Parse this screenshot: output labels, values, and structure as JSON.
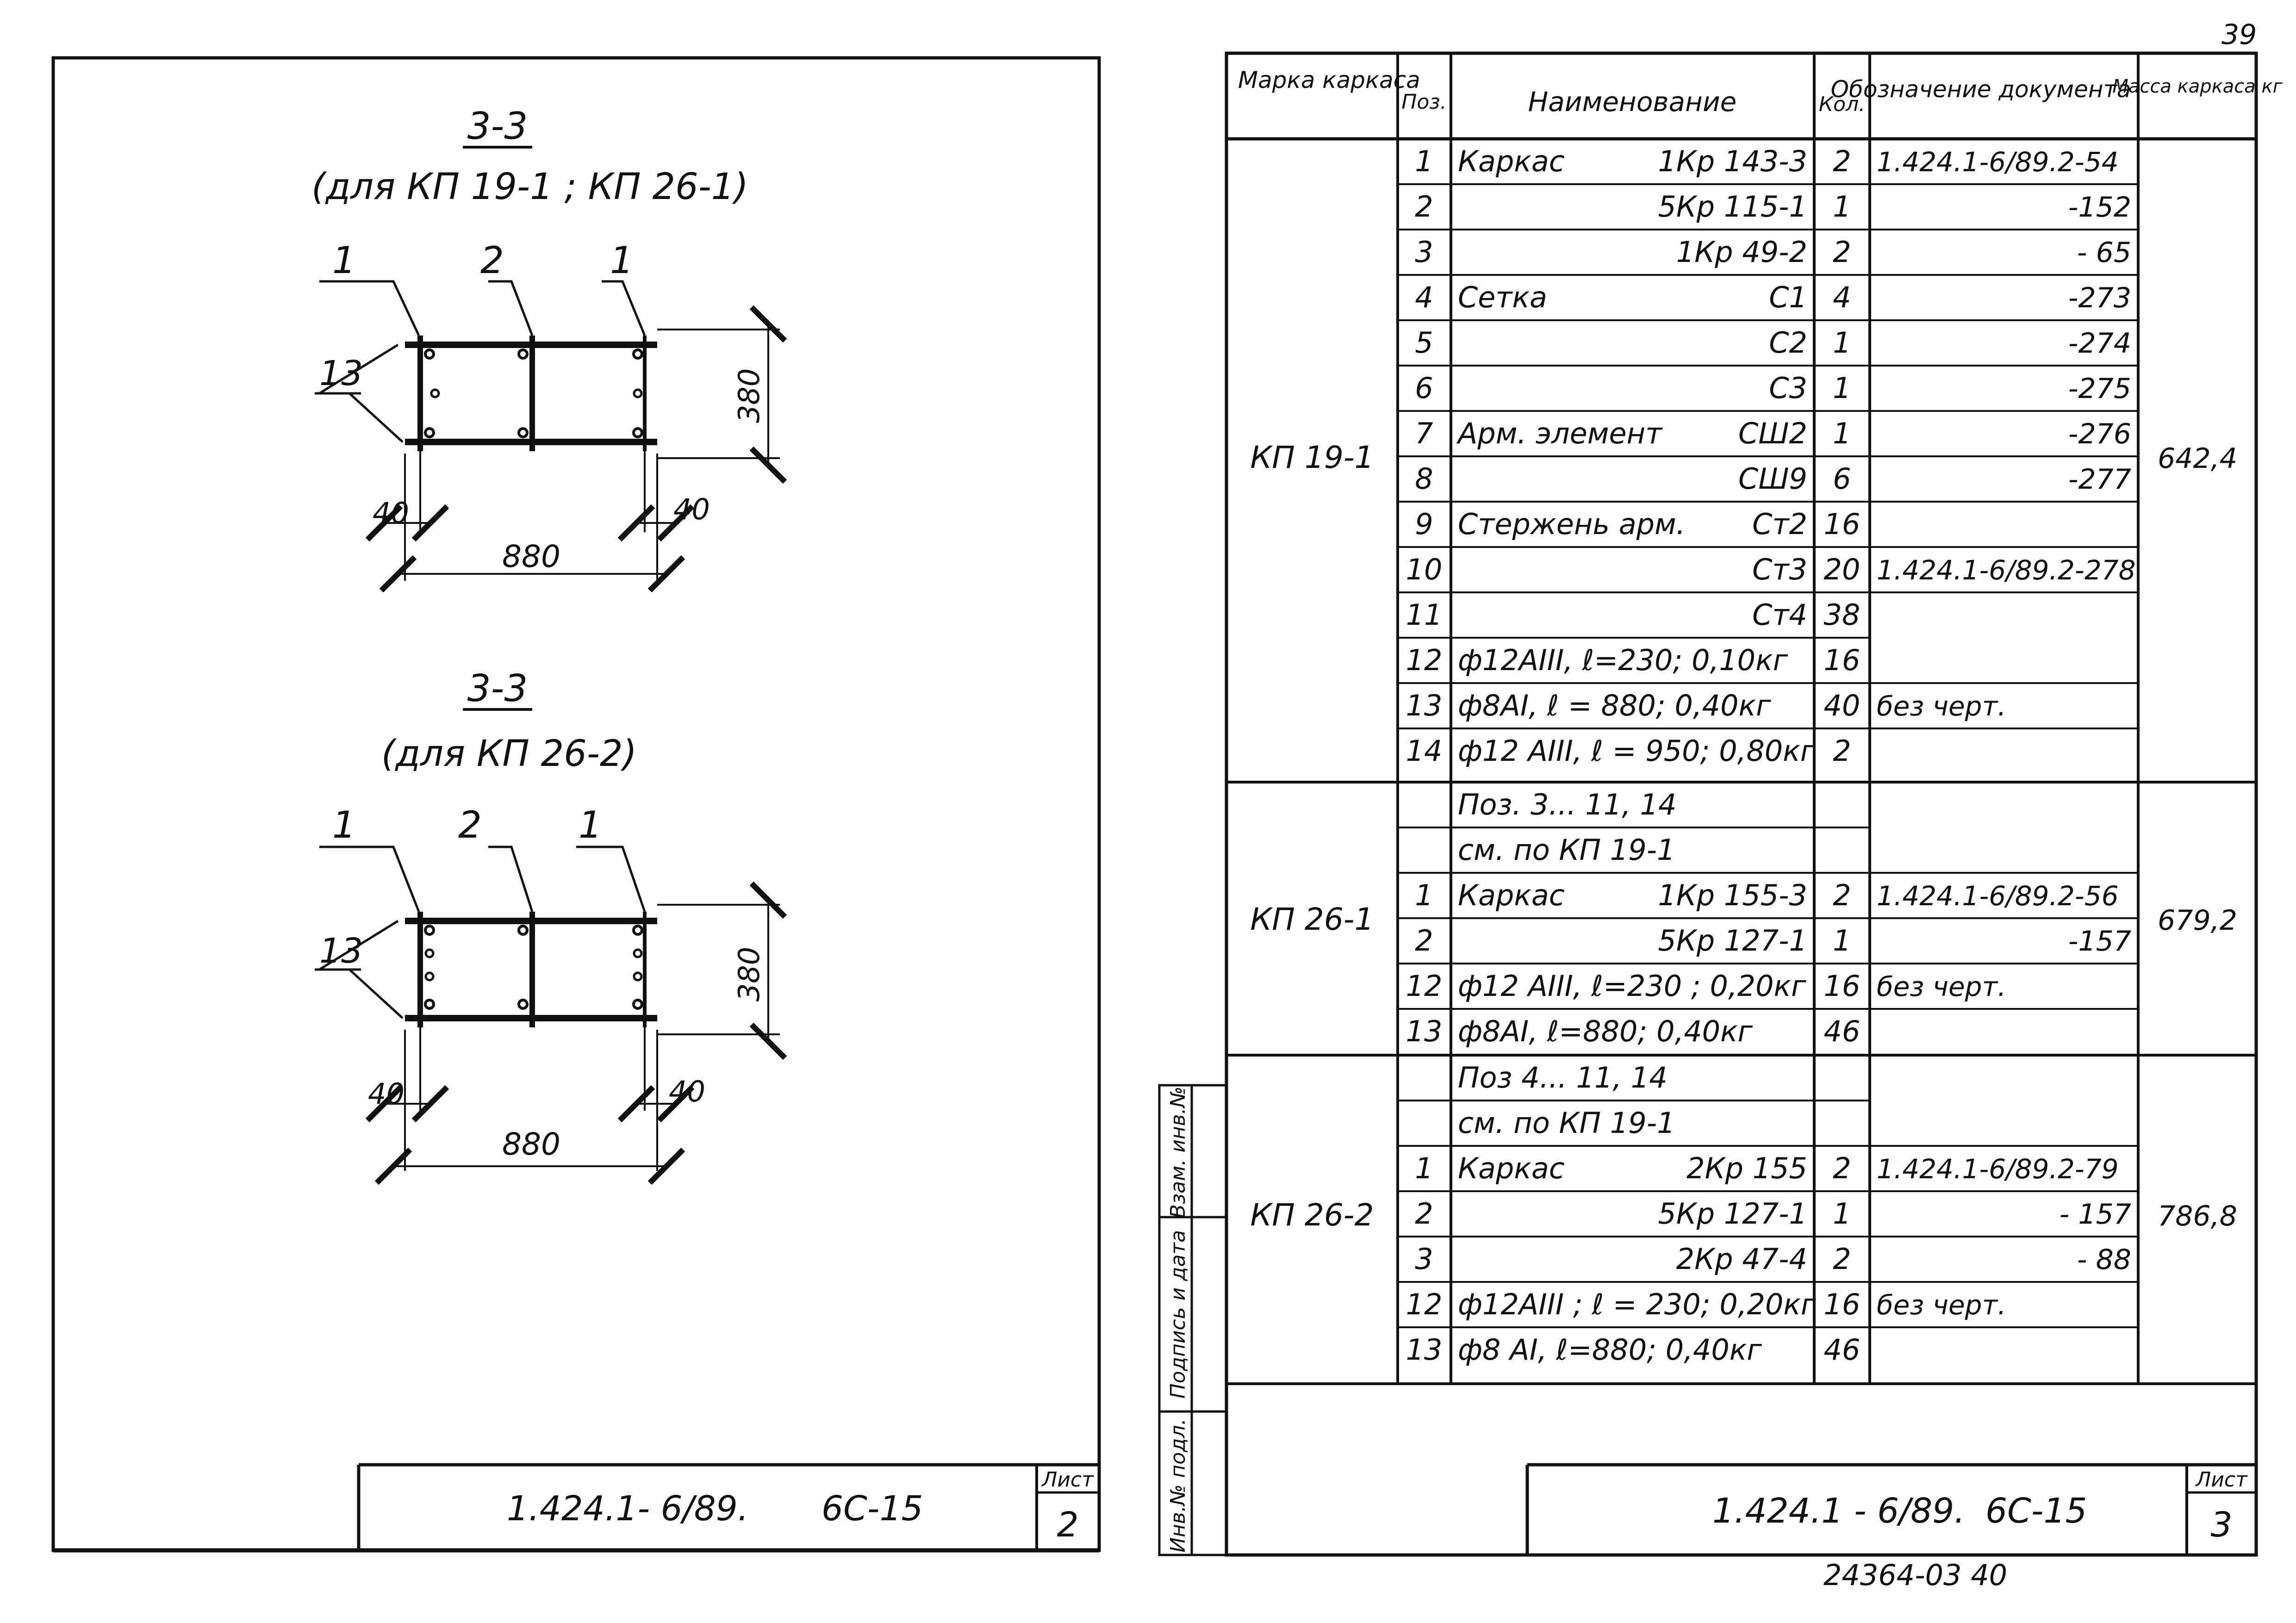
{
  "page_number": "39",
  "left_sheet": {
    "sections": [
      {
        "title": "3-3",
        "subtitle": "(для КП 19-1 ; КП 26-1)",
        "callouts": [
          "1",
          "2",
          "1",
          "13"
        ],
        "dim_height": "380",
        "dim_left": "40",
        "dim_right": "40",
        "dim_width": "880"
      },
      {
        "title": "3-3",
        "subtitle": "(для КП 26-2)",
        "callouts": [
          "1",
          "2",
          "1",
          "13"
        ],
        "dim_height": "380",
        "dim_left": "40",
        "dim_right": "40",
        "dim_width": "880"
      }
    ],
    "title_block": {
      "doc_code": "1.424.1- 6/89.",
      "sheet_code": "6С-15",
      "sheet_label": "Лист",
      "sheet_number": "2"
    }
  },
  "right_sheet": {
    "headers": {
      "mark": "Марка каркаса",
      "pos": "Поз.",
      "name": "Наименование",
      "qty": "Кол.",
      "doc": "Обозначение документа",
      "mass": "Масса каркаса кг"
    },
    "groups": [
      {
        "mark": "КП 19-1",
        "mass": "642,4",
        "rows": [
          {
            "pos": "1",
            "name": "Каркас",
            "name2": "1Кр 143-3",
            "qty": "2",
            "doc": "1.424.1-6/89.2-54"
          },
          {
            "pos": "2",
            "name": "",
            "name2": "5Кр 115-1",
            "qty": "1",
            "doc": "-152"
          },
          {
            "pos": "3",
            "name": "",
            "name2": "1Кр 49-2",
            "qty": "2",
            "doc": "- 65"
          },
          {
            "pos": "4",
            "name": "Сетка",
            "name2": "С1",
            "qty": "4",
            "doc": "-273"
          },
          {
            "pos": "5",
            "name": "",
            "name2": "С2",
            "qty": "1",
            "doc": "-274"
          },
          {
            "pos": "6",
            "name": "",
            "name2": "С3",
            "qty": "1",
            "doc": "-275"
          },
          {
            "pos": "7",
            "name": "Арм. элемент",
            "name2": "СШ2",
            "qty": "1",
            "doc": "-276"
          },
          {
            "pos": "8",
            "name": "",
            "name2": "СШ9",
            "qty": "6",
            "doc": "-277"
          },
          {
            "pos": "9",
            "name": "Стержень арм.",
            "name2": "Ст2",
            "qty": "16",
            "doc": ""
          },
          {
            "pos": "10",
            "name": "",
            "name2": "Ст3",
            "qty": "20",
            "doc": "1.424.1-6/89.2-278"
          },
          {
            "pos": "11",
            "name": "",
            "name2": "Ст4",
            "qty": "38",
            "doc": ""
          },
          {
            "pos": "12",
            "name": "ф12АIII, ℓ=230; 0,10кг",
            "name2": "",
            "qty": "16",
            "doc": ""
          },
          {
            "pos": "13",
            "name": "ф8АI, ℓ = 880; 0,40кг",
            "name2": "",
            "qty": "40",
            "doc": "без черт."
          },
          {
            "pos": "14",
            "name": "ф12 АIII, ℓ = 950; 0,80кг",
            "name2": "",
            "qty": "2",
            "doc": ""
          }
        ]
      },
      {
        "mark": "КП 26-1",
        "mass": "679,2",
        "rows": [
          {
            "pos": "",
            "name": "Поз. 3... 11, 14",
            "name2": "",
            "qty": "",
            "doc": ""
          },
          {
            "pos": "",
            "name": "см. по КП 19-1",
            "name2": "",
            "qty": "",
            "doc": ""
          },
          {
            "pos": "1",
            "name": "Каркас",
            "name2": "1Кр 155-3",
            "qty": "2",
            "doc": "1.424.1-6/89.2-56"
          },
          {
            "pos": "2",
            "name": "",
            "name2": "5Кр 127-1",
            "qty": "1",
            "doc": "-157"
          },
          {
            "pos": "12",
            "name": "ф12 АIII, ℓ=230 ; 0,20кг",
            "name2": "",
            "qty": "16",
            "doc": "без черт."
          },
          {
            "pos": "13",
            "name": "ф8АI, ℓ=880; 0,40кг",
            "name2": "",
            "qty": "46",
            "doc": ""
          }
        ]
      },
      {
        "mark": "КП 26-2",
        "mass": "786,8",
        "rows": [
          {
            "pos": "",
            "name": "Поз 4... 11, 14",
            "name2": "",
            "qty": "",
            "doc": ""
          },
          {
            "pos": "",
            "name": "см. по КП 19-1",
            "name2": "",
            "qty": "",
            "doc": ""
          },
          {
            "pos": "1",
            "name": "Каркас",
            "name2": "2Кр 155",
            "qty": "2",
            "doc": "1.424.1-6/89.2-79"
          },
          {
            "pos": "2",
            "name": "",
            "name2": "5Кр 127-1",
            "qty": "1",
            "doc": "- 157"
          },
          {
            "pos": "3",
            "name": "",
            "name2": "2Кр 47-4",
            "qty": "2",
            "doc": "- 88"
          },
          {
            "pos": "12",
            "name": "ф12АIII ; ℓ = 230; 0,20кг",
            "name2": "",
            "qty": "16",
            "doc": "без черт."
          },
          {
            "pos": "13",
            "name": "ф8 АI, ℓ=880; 0,40кг",
            "name2": "",
            "qty": "46",
            "doc": ""
          }
        ]
      }
    ],
    "side_stamp": [
      "Инв.№ подл.",
      "Подпись и дата",
      "Взам. инв.№"
    ],
    "title_block": {
      "doc_code": "1.424.1 - 6/89.",
      "sheet_code": "6С-15",
      "sheet_label": "Лист",
      "sheet_number": "3"
    },
    "archive_number": "24364-03  40"
  }
}
